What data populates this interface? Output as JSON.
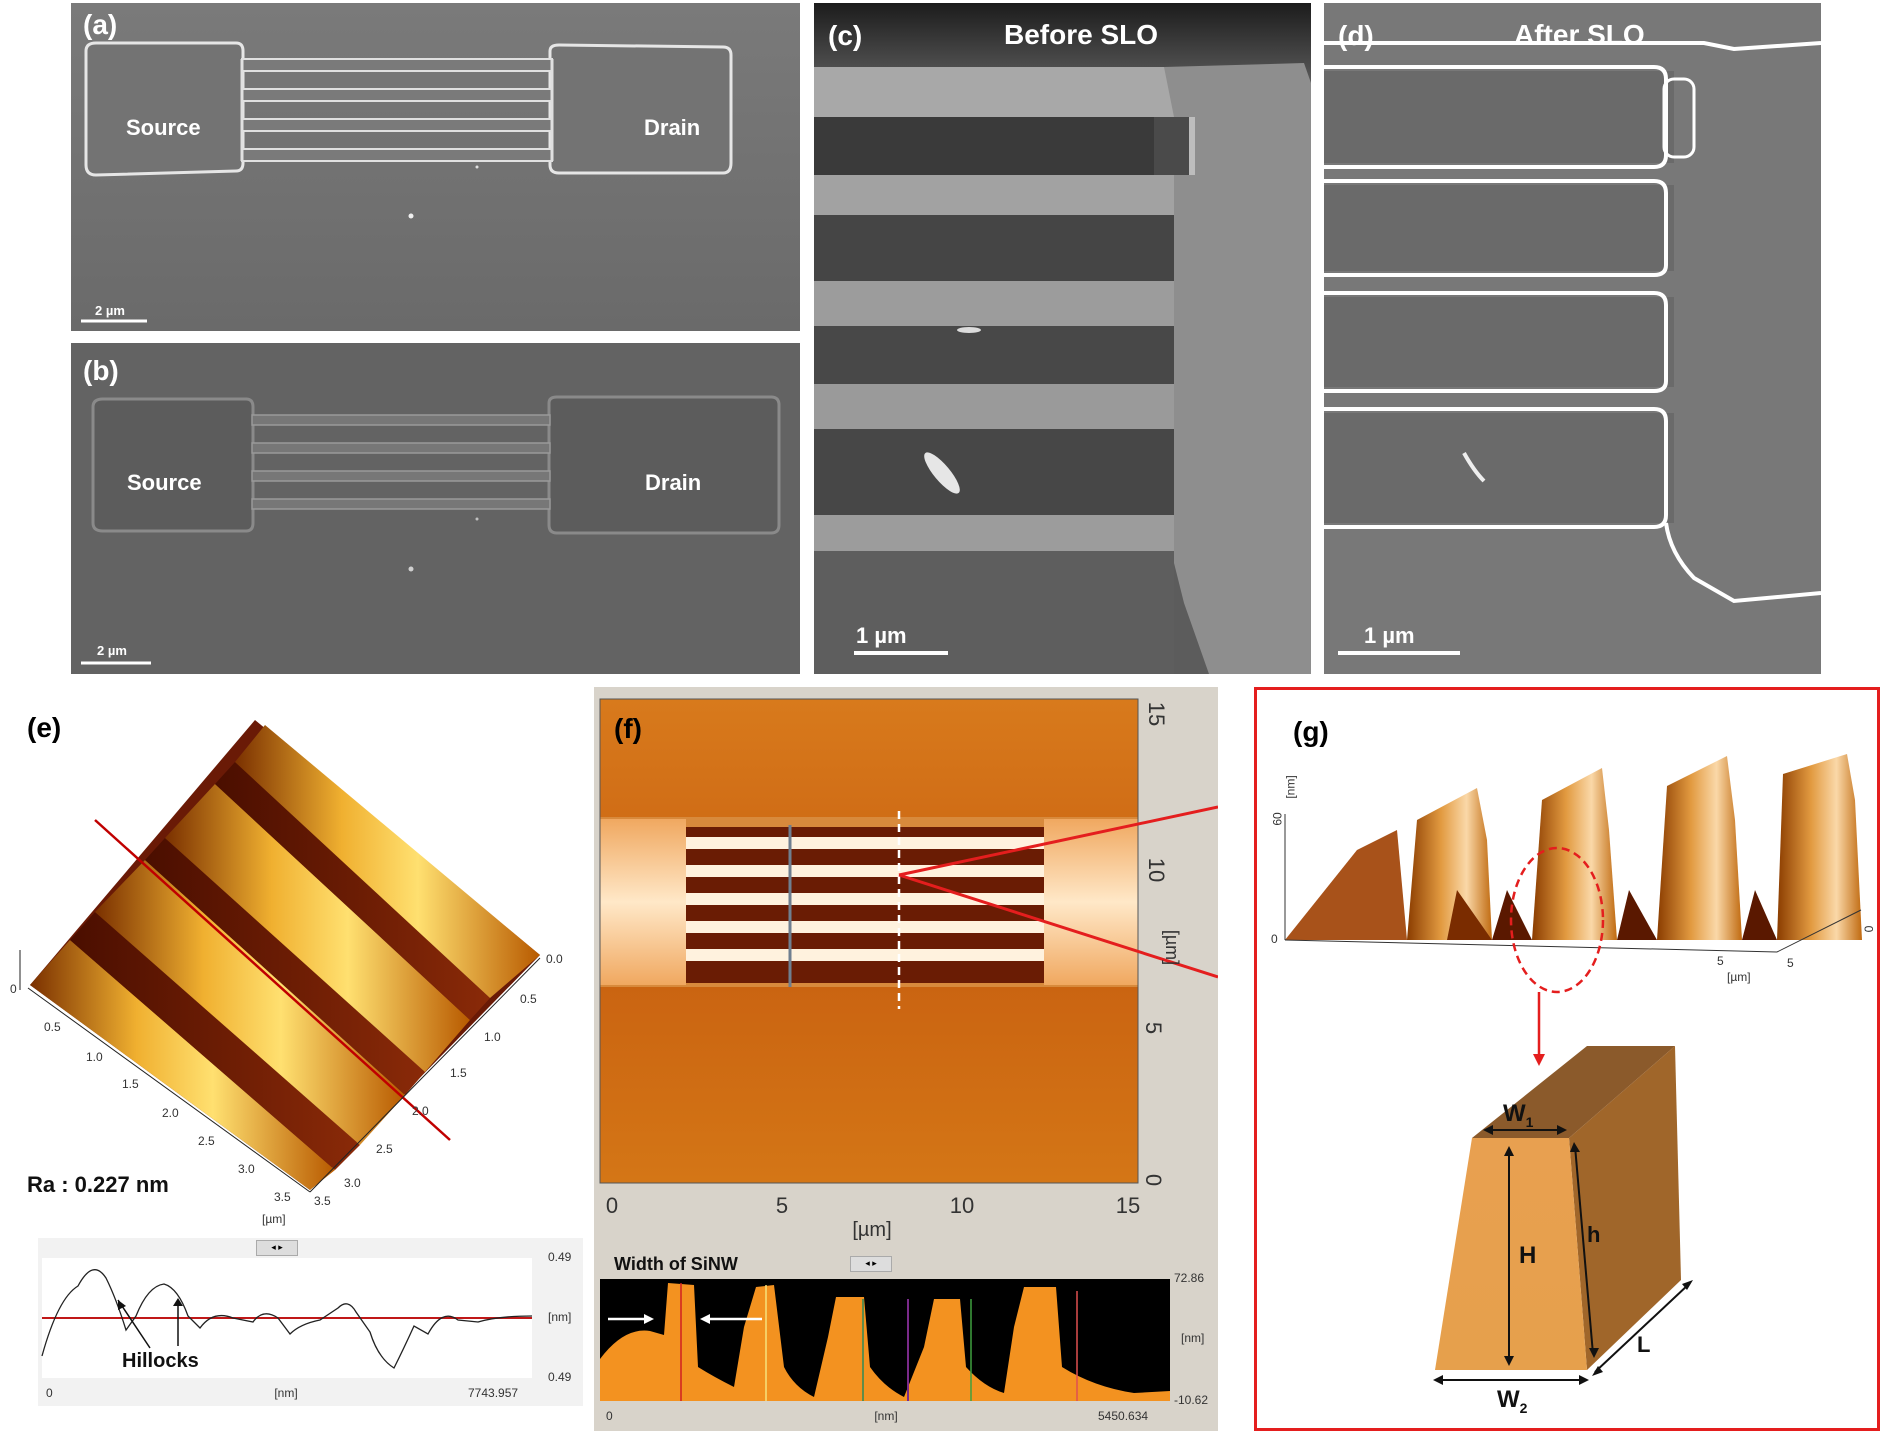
{
  "panels": {
    "a": {
      "label": "(a)",
      "source": "Source",
      "drain": "Drain",
      "scale": "2 µm"
    },
    "b": {
      "label": "(b)",
      "source": "Source",
      "drain": "Drain",
      "scale": "2 µm"
    },
    "c": {
      "label": "(c)",
      "title": "Before SLO",
      "scale": "1 µm"
    },
    "d": {
      "label": "(d)",
      "title": "After SLO",
      "scale": "1 µm"
    },
    "e": {
      "label": "(e)",
      "roughness": "Ra : 0.227 nm",
      "axis_unit": "[µm]",
      "x_ticks": [
        "0.5",
        "1.0",
        "1.5",
        "2.0",
        "2.5",
        "3.0",
        "3.5"
      ],
      "y_ticks": [
        "0.0",
        "0.5",
        "1.0",
        "1.5",
        "2.0",
        "2.5",
        "3.0",
        "3.5"
      ],
      "z_tick": "0",
      "profile": {
        "annotation": "Hillocks",
        "x_start": "0",
        "x_end": "7743.957",
        "x_unit": "[nm]",
        "y_top": "0.49",
        "y_bottom": "0.49",
        "y_unit": "[nm]"
      }
    },
    "f": {
      "label": "(f)",
      "x_ticks": [
        "0",
        "5",
        "10",
        "15"
      ],
      "y_ticks": [
        "0",
        "5",
        "10",
        "15"
      ],
      "x_unit": "[µm]",
      "y_unit": "[µm]",
      "profile": {
        "title": "Width of SiNW",
        "x_start": "0",
        "x_end": "5450.634",
        "x_unit": "[nm]",
        "y_top": "72.86",
        "y_bottom": "-10.62",
        "y_unit": "[nm]"
      }
    },
    "g": {
      "label": "(g)",
      "z_tick_top": "60",
      "z_unit": "[nm]",
      "z_tick_zero": "0",
      "x_tick": "5",
      "x_unit": "[µm]",
      "y_tick_zero": "0",
      "y_tick": "5",
      "dims": {
        "w1": "W",
        "w1_sub": "1",
        "w2": "W",
        "w2_sub": "2",
        "H": "H",
        "h": "h",
        "L": "L"
      }
    }
  },
  "colors": {
    "frame_red": "#e41e1e",
    "afm_orange": "#e8841a",
    "afm_dark": "#5a1800"
  }
}
